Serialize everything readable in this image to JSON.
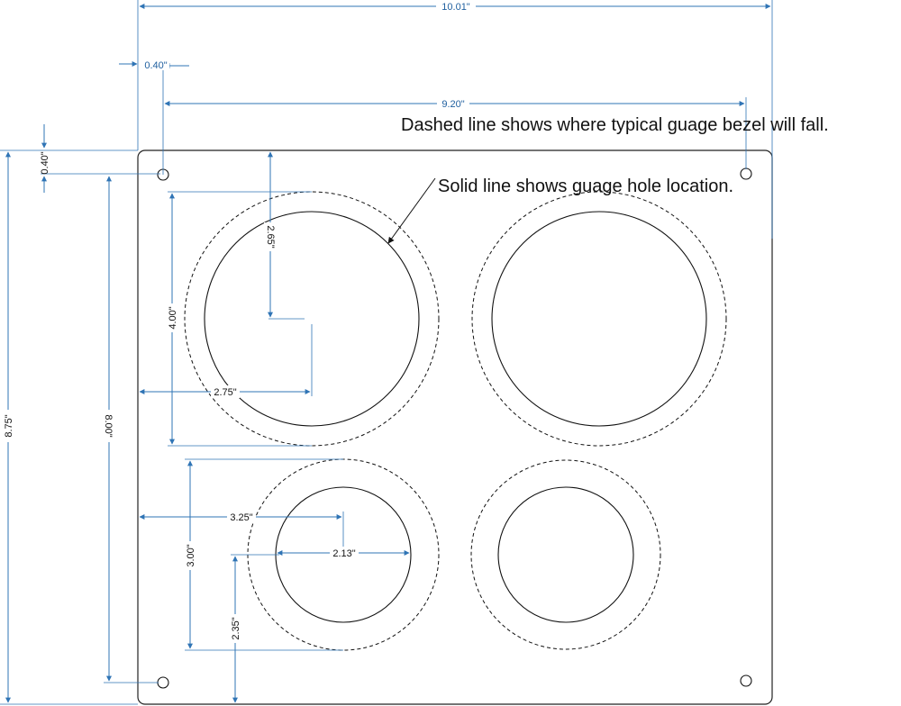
{
  "dimensions": {
    "overall_width": "10.01\"",
    "edge_offset_x": "0.40\"",
    "mount_hole_spacing_x": "9.20\"",
    "edge_offset_y": "0.40\"",
    "overall_height": "8.75\"",
    "mount_hole_spacing_y": "8.00\"",
    "large_bezel_diameter": "4.00\"",
    "large_center_y": "2.65\"",
    "large_center_x": "2.75\"",
    "small_center_x": "3.25\"",
    "small_hole_diameter": "2.13\"",
    "small_bezel_diameter": "3.00\"",
    "small_center_y_from_bottom": "2.35\""
  },
  "notes": {
    "dashed": "Dashed line shows where typical guage bezel will fall.",
    "solid": "Solid line shows guage hole location."
  },
  "colors": {
    "dimension_line": "#2f74b5",
    "dimension_text": "#1f5f9f",
    "outline": "#111111"
  }
}
